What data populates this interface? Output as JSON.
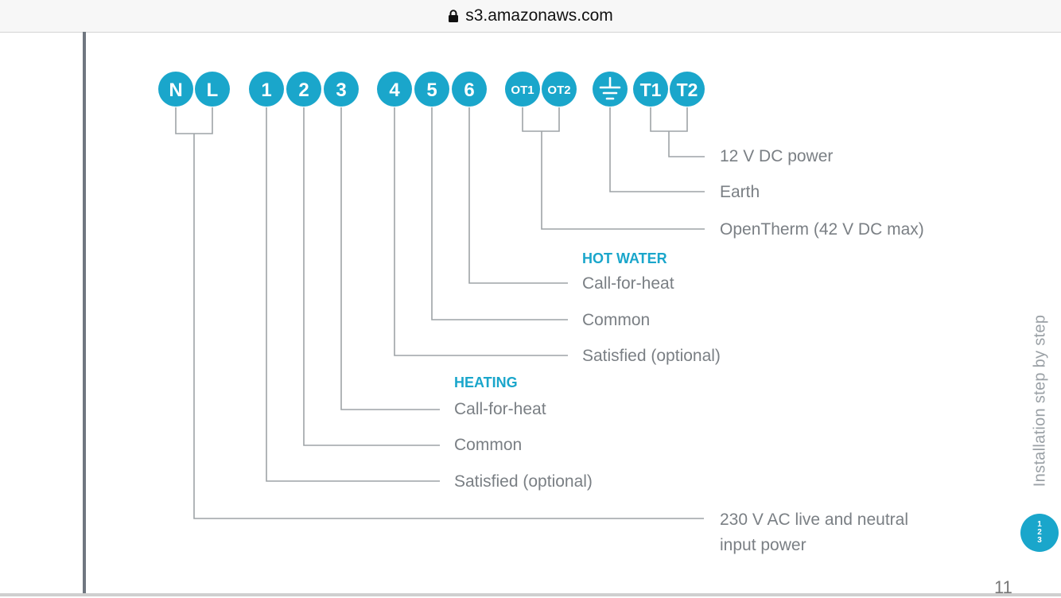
{
  "browser": {
    "url": "s3.amazonaws.com"
  },
  "diagram": {
    "terminals": [
      {
        "label": "N"
      },
      {
        "label": "L"
      },
      {
        "label": "1"
      },
      {
        "label": "2"
      },
      {
        "label": "3"
      },
      {
        "label": "4"
      },
      {
        "label": "5"
      },
      {
        "label": "6"
      },
      {
        "label": "OT1"
      },
      {
        "label": "OT2"
      },
      {
        "label": "earth",
        "icon": "earth-ground-icon"
      },
      {
        "label": "T1"
      },
      {
        "label": "T2"
      }
    ],
    "labels": {
      "dc_power": "12 V DC power",
      "earth": "Earth",
      "opentherm": "OpenTherm (42 V DC max)",
      "hot_water_heading": "HOT WATER",
      "hw_call": "Call-for-heat",
      "hw_common": "Common",
      "hw_satisfied": "Satisfied (optional)",
      "heating_heading": "HEATING",
      "ht_call": "Call-for-heat",
      "ht_common": "Common",
      "ht_satisfied": "Satisfied (optional)",
      "ac_power_line1": "230 V AC live and neutral",
      "ac_power_line2": "input power"
    },
    "colors": {
      "terminal": "#1aa6cb",
      "heading": "#1aa6cb",
      "text": "#7a7f84",
      "line": "#9ea3a7"
    }
  },
  "sidebar": {
    "section_label": "Installation step by step",
    "badge_digits": [
      "1",
      "2",
      "3"
    ]
  },
  "page": {
    "number": "11"
  }
}
